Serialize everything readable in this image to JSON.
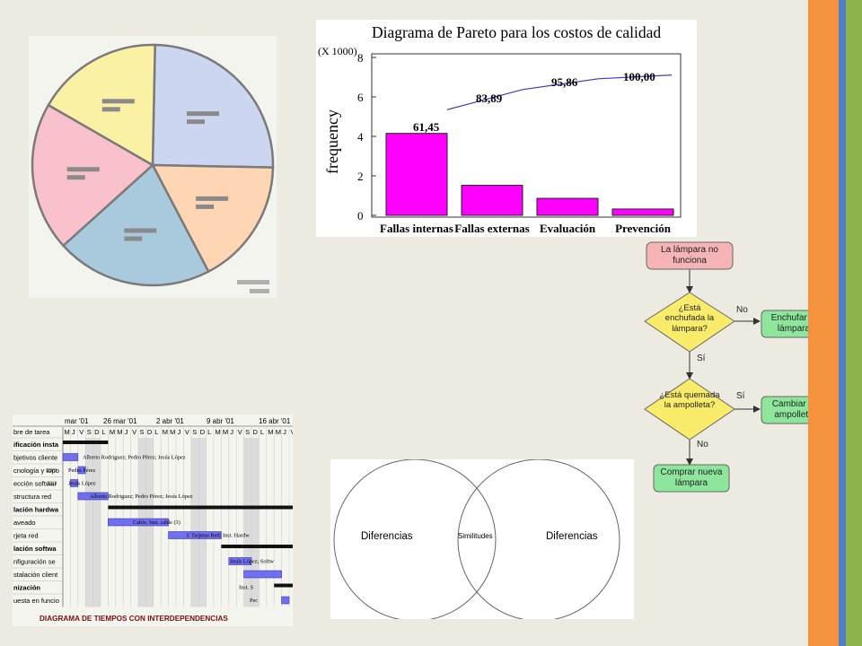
{
  "pie": {
    "slices": [
      {
        "value": 25,
        "color": "#cdd6f1"
      },
      {
        "value": 17,
        "color": "#ffd6b3"
      },
      {
        "value": 21,
        "color": "#a9cadd"
      },
      {
        "value": 20,
        "color": "#f9c1cb"
      },
      {
        "value": 17,
        "color": "#fbf1a5"
      }
    ]
  },
  "chart_data": {
    "type": "bar",
    "title": "Diagrama de Pareto para los costos de calidad",
    "ylabel": "frequency",
    "y_multiplier_label": "(X 1000)",
    "ylim": [
      0,
      8
    ],
    "y_ticks": [
      "0",
      "2",
      "4",
      "6",
      "8"
    ],
    "categories": [
      "Fallas internas",
      "Fallas externas",
      "Evaluación",
      "Prevención"
    ],
    "values": [
      4.15,
      1.52,
      0.86,
      0.32
    ],
    "cumulative_percent": [
      61.45,
      83.89,
      95.86,
      100.0
    ],
    "cumulative_labels": [
      "61,45",
      "83,89",
      "95,86",
      "100,00"
    ],
    "colors": {
      "bar": "#ff00ff",
      "line": "#3a3ad8"
    }
  },
  "flowchart": {
    "start": "La lámpara no funciona",
    "q1": "¿Está enchufada la lámpara?",
    "q1_no": "No",
    "q1_yes": "Sí",
    "action1": "Enchufar la lámpara",
    "q2": "¿Está quemada la ampolleta?",
    "q2_yes": "Sí",
    "q2_no": "No",
    "action2": "Cambiar la ampolleta",
    "end": "Comprar nueva lámpara",
    "colors": {
      "terminal": "#f6b4b6",
      "decision": "#f8ec6a",
      "action": "#8ee59c"
    }
  },
  "gantt": {
    "weeks": [
      "mar '01",
      "26 mar '01",
      "2 abr '01",
      "9 abr '01",
      "16 abr '01"
    ],
    "days": [
      "M",
      "J",
      "V",
      "S",
      "D",
      "L",
      "M",
      "M",
      "J",
      "V",
      "S",
      "D",
      "L",
      "M",
      "M",
      "J",
      "V",
      "S",
      "D",
      "L",
      "M",
      "M",
      "J",
      "V",
      "S",
      "D",
      "L",
      "M",
      "M",
      "J",
      "V"
    ],
    "header_label": "bre de tarea",
    "rows": [
      {
        "name": "ificación insta",
        "summary": true
      },
      {
        "name": "bjetivos cliente",
        "summary": false
      },
      {
        "name": "cnología y topo",
        "summary": false
      },
      {
        "name": "ección softwar",
        "summary": false
      },
      {
        "name": "structura red",
        "summary": false
      },
      {
        "name": "lación hardwa",
        "summary": true
      },
      {
        "name": "aveado",
        "summary": false
      },
      {
        "name": "rjeta red",
        "summary": false
      },
      {
        "name": "lación softwa",
        "summary": true
      },
      {
        "name": "nfiguración se",
        "summary": false
      },
      {
        "name": "stalación client",
        "summary": false
      },
      {
        "name": "nización",
        "summary": true
      },
      {
        "name": "uesta en funcio",
        "summary": false
      }
    ],
    "labels": [
      "Alberto Rodriguez; Pedro Pérez; Jesús López",
      "22/3",
      "Pedro Pérez",
      "22/3",
      "Jesús López",
      "Alberto Rodriguez; Pedro Pérez; Jesús López",
      "Cable; Inst. cable (3)",
      "I. Tarjetas Red; Inst. Hardw",
      "Jesús López; Softw",
      "Inst. S",
      "Pec"
    ],
    "caption": "DIAGRAMA DE TIEMPOS CON INTERDEPENDENCIAS"
  },
  "venn": {
    "left": "Diferencias",
    "center": "Similitudes",
    "right": "Diferencias"
  },
  "stripes": {
    "colors": [
      "#f5923e",
      "#4f7dc6",
      "#8bb34a"
    ]
  }
}
